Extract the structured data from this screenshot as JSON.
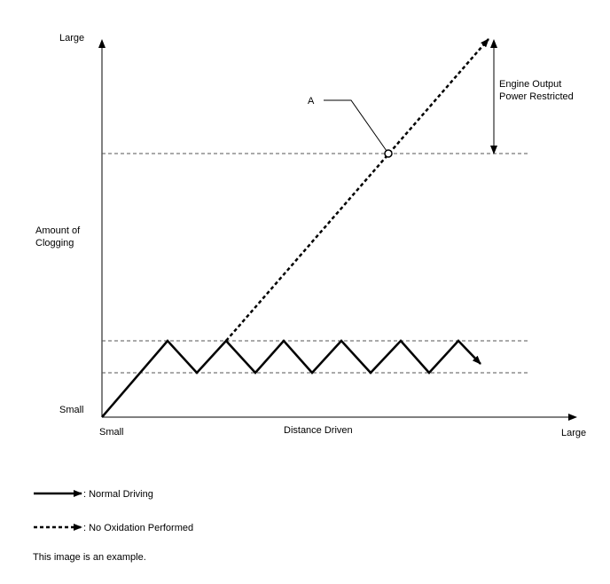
{
  "y_axis": {
    "top_label": "Large",
    "bottom_label": "Small",
    "title_line1": "Amount of",
    "title_line2": "Clogging"
  },
  "x_axis": {
    "left_label": "Small",
    "right_label": "Large",
    "title": "Distance Driven"
  },
  "annotations": {
    "point_label": "A",
    "restriction_line1": "Engine Output",
    "restriction_line2": "Power Restricted"
  },
  "legend": {
    "normal": ": Normal Driving",
    "no_oxidation": ": No Oxidation Performed"
  },
  "footer_note": "This image is an example."
}
